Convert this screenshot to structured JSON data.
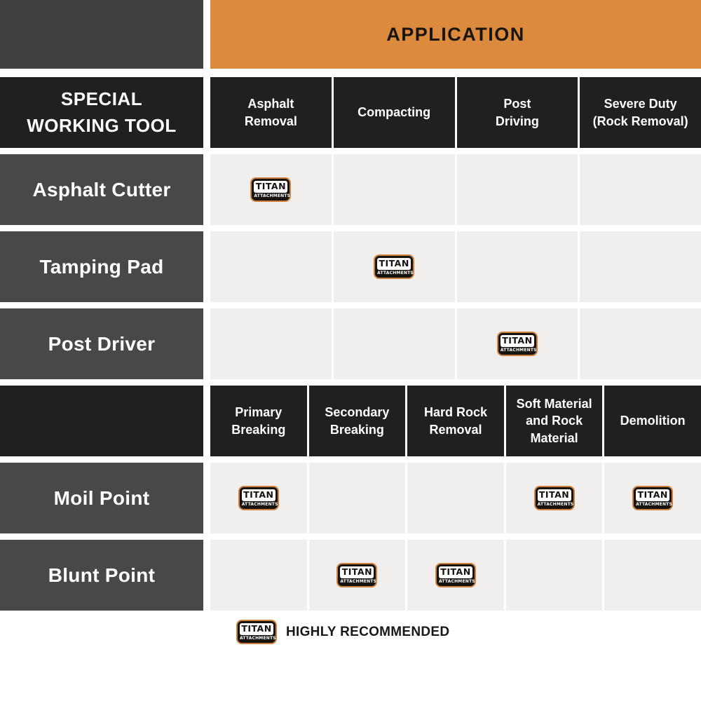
{
  "palette": {
    "orange": "#DB8A3E",
    "near_black": "#211F1F",
    "row_label_gray": "#494846",
    "top_left_gray": "#424140",
    "cell_light": "#F0EFED",
    "badge_orange": "#CE813D",
    "badge_dark": "#16130F",
    "white": "#FFFFFF"
  },
  "banner": {
    "application": "APPLICATION"
  },
  "logo": {
    "wordmark": "TITAN",
    "subtext": "ATTACHMENTS"
  },
  "legend": {
    "label": "HIGHLY RECOMMENDED"
  },
  "chart_data": [
    {
      "type": "table",
      "title": "APPLICATION",
      "corner_header": "SPECIAL WORKING TOOL",
      "corner_display": "SPECIAL\nWORKING TOOL",
      "columns": [
        {
          "name": "Asphalt Removal",
          "display": "Asphalt\nRemoval"
        },
        {
          "name": "Compacting",
          "display": "Compacting"
        },
        {
          "name": "Post Driving",
          "display": "Post\nDriving"
        },
        {
          "name": "Severe Duty (Rock Removal)",
          "display": "Severe Duty\n(Rock Removal)"
        }
      ],
      "rows": [
        {
          "tool": "Asphalt Cutter",
          "recommended_columns": [
            "Asphalt Removal"
          ]
        },
        {
          "tool": "Tamping Pad",
          "recommended_columns": [
            "Compacting"
          ]
        },
        {
          "tool": "Post Driver",
          "recommended_columns": [
            "Post Driving"
          ]
        }
      ],
      "mark_meaning": "HIGHLY RECOMMENDED"
    },
    {
      "type": "table",
      "title": "",
      "corner_header": "",
      "corner_display": "",
      "columns": [
        {
          "name": "Primary Breaking",
          "display": "Primary\nBreaking"
        },
        {
          "name": "Secondary Breaking",
          "display": "Secondary\nBreaking"
        },
        {
          "name": "Hard Rock Removal",
          "display": "Hard Rock\nRemoval"
        },
        {
          "name": "Soft Material and Rock Material",
          "display": "Soft Material\nand Rock\nMaterial"
        },
        {
          "name": "Demolition",
          "display": "Demolition"
        }
      ],
      "rows": [
        {
          "tool": "Moil Point",
          "recommended_columns": [
            "Primary Breaking",
            "Soft Material and Rock Material",
            "Demolition"
          ]
        },
        {
          "tool": "Blunt Point",
          "recommended_columns": [
            "Secondary Breaking",
            "Hard Rock Removal"
          ]
        }
      ],
      "mark_meaning": "HIGHLY RECOMMENDED"
    }
  ]
}
